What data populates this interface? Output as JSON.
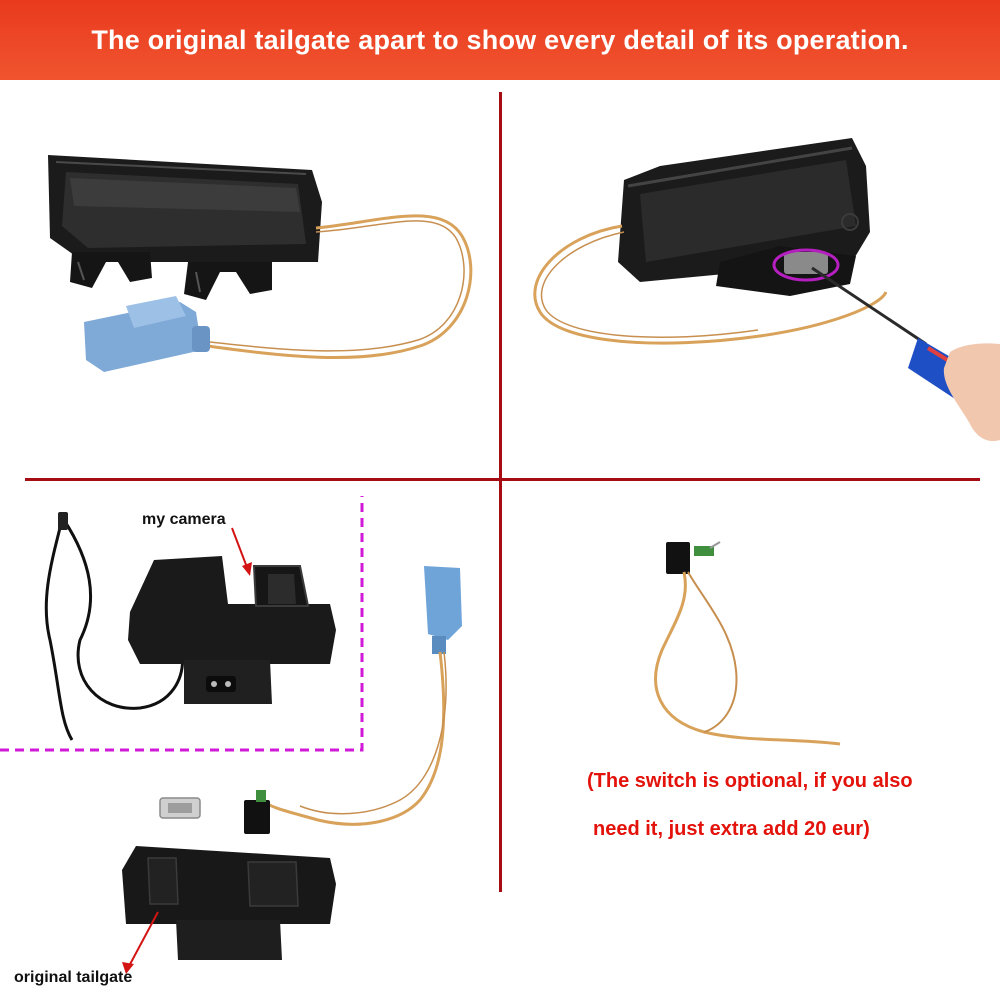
{
  "banner": {
    "text": "The original tailgate apart to show every detail of its operation."
  },
  "labels": {
    "camera": "my camera",
    "tailgate": "original tailgate"
  },
  "note": {
    "line1": "(The switch is optional, if you also",
    "line2": "need it, just extra add 20 eur)"
  },
  "colors": {
    "banner": "#ee4a28",
    "divider": "#a50d12",
    "note": "#e3120b",
    "dashed_border": "#d01ad8",
    "connector": "#7fa9d6",
    "wire": "#d9a25a"
  },
  "icons": [
    "tailgate-handle-icon",
    "connector-plug-icon",
    "screwdriver-icon",
    "hand-icon",
    "camera-cable-icon",
    "micro-switch-icon",
    "metal-clip-icon"
  ]
}
